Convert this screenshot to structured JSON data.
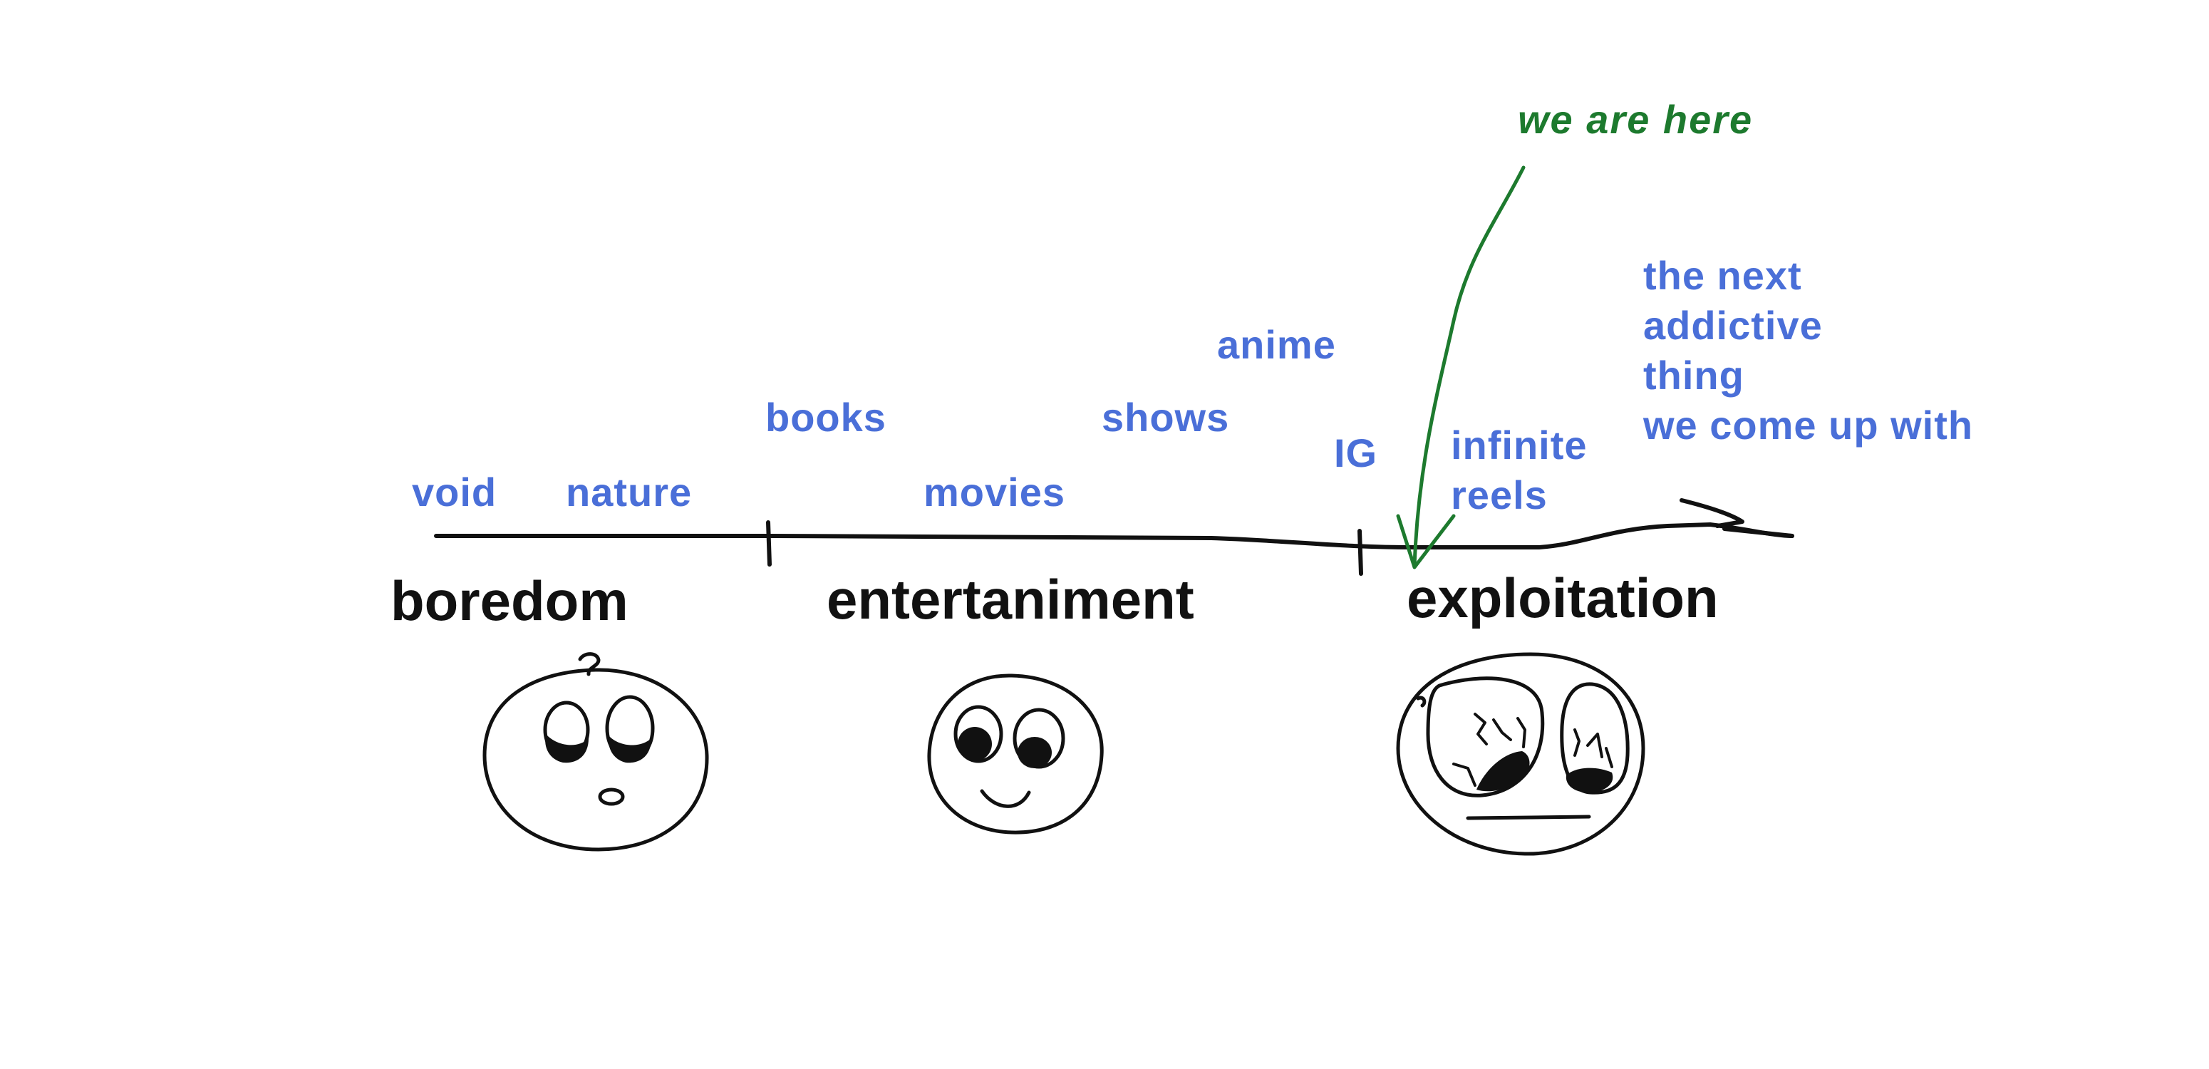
{
  "colors": {
    "ink": "#111111",
    "items": "#4a6fd8",
    "marker": "#1d7a2e",
    "background": "#ffffff"
  },
  "phases": {
    "boredom": "boredom",
    "entertainment": "entertaniment",
    "exploitation": "exploitation"
  },
  "items": {
    "void": "void",
    "nature": "nature",
    "books": "books",
    "movies": "movies",
    "shows": "shows",
    "anime": "anime",
    "ig": "IG",
    "infinite_reels": [
      "infinite",
      "reels"
    ],
    "next_thing": [
      "the next",
      "addictive",
      "thing",
      "we come up with"
    ]
  },
  "marker": {
    "label": "we are here"
  },
  "faces": {
    "boredom": "bored-face",
    "entertainment": "smiling-face",
    "exploitation": "exploited-face"
  }
}
